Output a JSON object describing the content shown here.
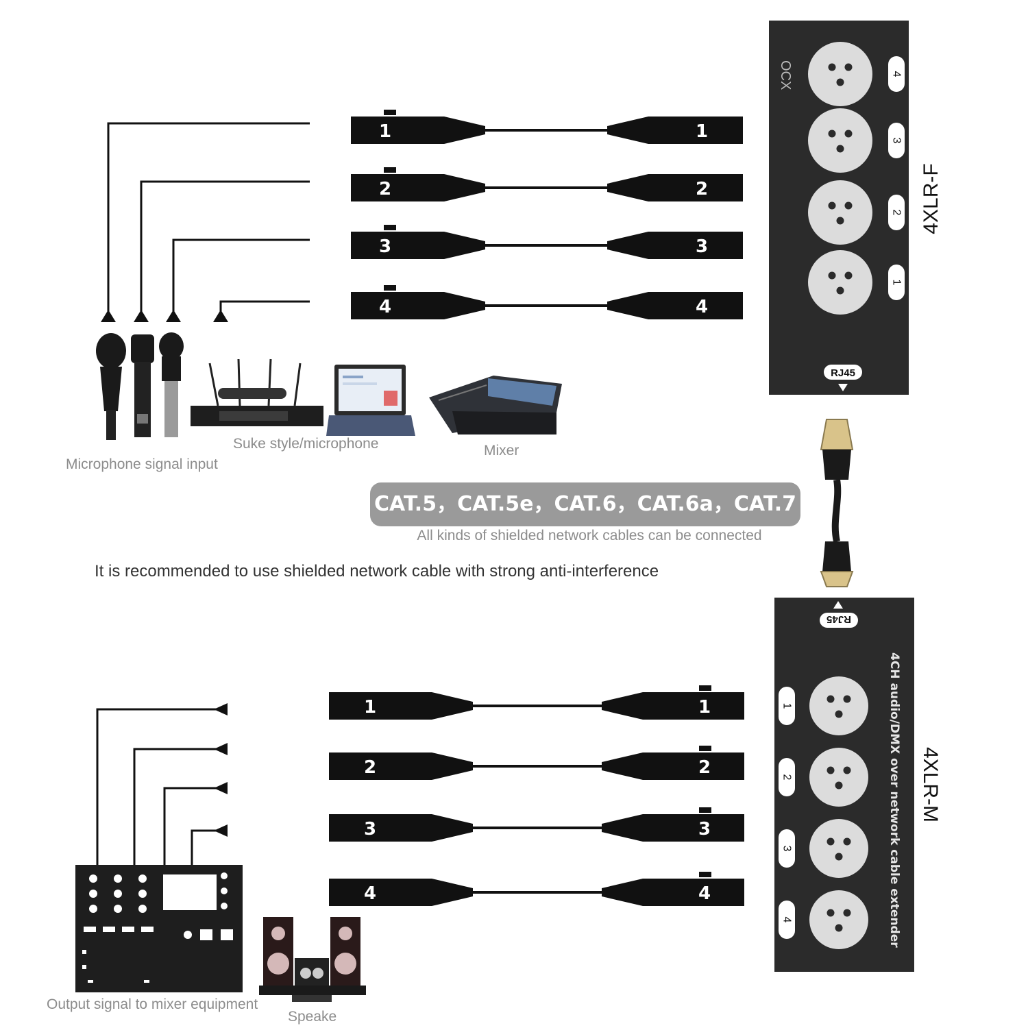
{
  "top_panel": {
    "model": "4XLR-F",
    "brand": "OCX",
    "port_label": "RJ45",
    "channels": [
      "4",
      "3",
      "2",
      "1"
    ]
  },
  "bottom_panel": {
    "model": "4XLR-M",
    "description": "4CH audio/DMX over network cable extender",
    "port_label": "RJ45",
    "channels": [
      "1",
      "2",
      "3",
      "4"
    ]
  },
  "top_cables": [
    "1",
    "2",
    "3",
    "4"
  ],
  "bottom_cables": [
    "1",
    "2",
    "3",
    "4"
  ],
  "labels": {
    "mic_input": "Microphone signal input",
    "suke": "Suke style/microphone",
    "mixer": "Mixer",
    "output": "Output signal to mixer equipment",
    "speaker": "Speake"
  },
  "cable_types": "CAT.5，CAT.5e，CAT.6，CAT.6a，CAT.7",
  "cable_note": "All kinds of shielded network cables can be connected",
  "recommendation": "It is recommended to use shielded network cable with strong anti-interference",
  "colors": {
    "panel": "#2b2b2b",
    "socket": "#dcdcdc",
    "connector": "#111111",
    "pill": "#9a9a9a",
    "label": "#8c8c8c"
  }
}
